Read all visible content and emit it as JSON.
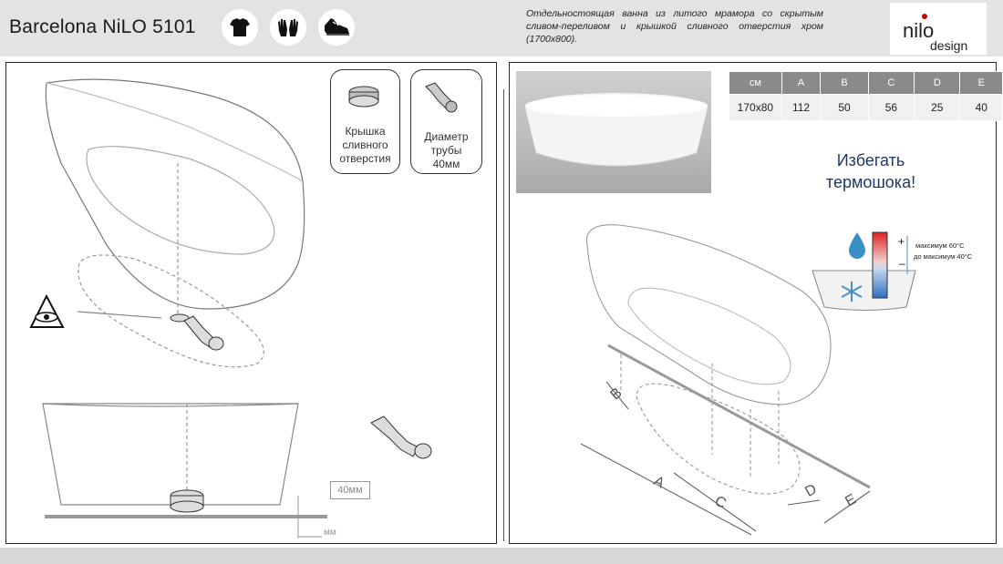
{
  "header": {
    "title": "Barcelona NiLO 5101",
    "icons": [
      "tshirt-icon",
      "gloves-icon",
      "sneaker-icon"
    ],
    "description": "Отдельностоящая ванна из литого мрамора со скрытым сливом-переливом и крышкой сливного отверстия хром (1700x800).",
    "logo_text_top": "nilo",
    "logo_text_bottom": "design"
  },
  "left_panel": {
    "callout_cover": "Крышка сливного отверстия",
    "callout_pipe": "Диаметр трубы",
    "callout_pipe_size": "40мм",
    "pipe_label": "40мм",
    "mm_label": "мм"
  },
  "right_panel": {
    "table": {
      "headers": [
        "см",
        "A",
        "B",
        "C",
        "D",
        "E"
      ],
      "rows": [
        [
          "170x80",
          "112",
          "50",
          "56",
          "25",
          "40"
        ]
      ]
    },
    "warning": "Избегать термошока!",
    "temp_labels": [
      "максимум 60°C",
      "до максимум 40°C"
    ],
    "dim_letters": [
      "A",
      "B",
      "C",
      "D",
      "E"
    ]
  },
  "colors": {
    "header_bg": "#e3e3e3",
    "warning_text": "#1f3864",
    "table_header": "#8a8a8a",
    "thermo_hot": "#e02020",
    "thermo_cold": "#2f6fc0"
  }
}
